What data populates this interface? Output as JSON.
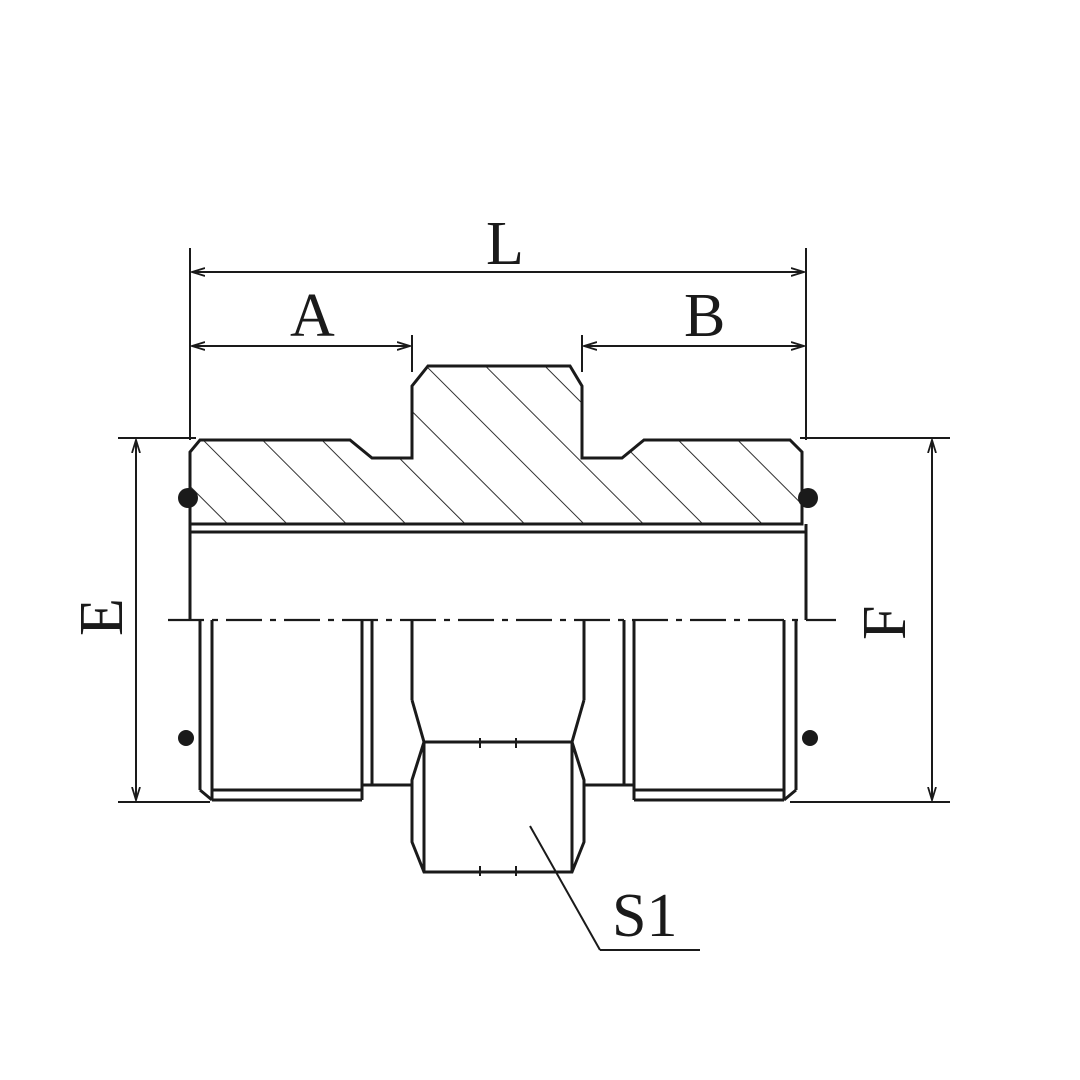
{
  "diagram": {
    "labels": {
      "L": "L",
      "A": "A",
      "B": "B",
      "E": "E",
      "F": "F",
      "S1": "S1"
    },
    "line_color": "#1a1a1a",
    "background": "#ffffff"
  }
}
